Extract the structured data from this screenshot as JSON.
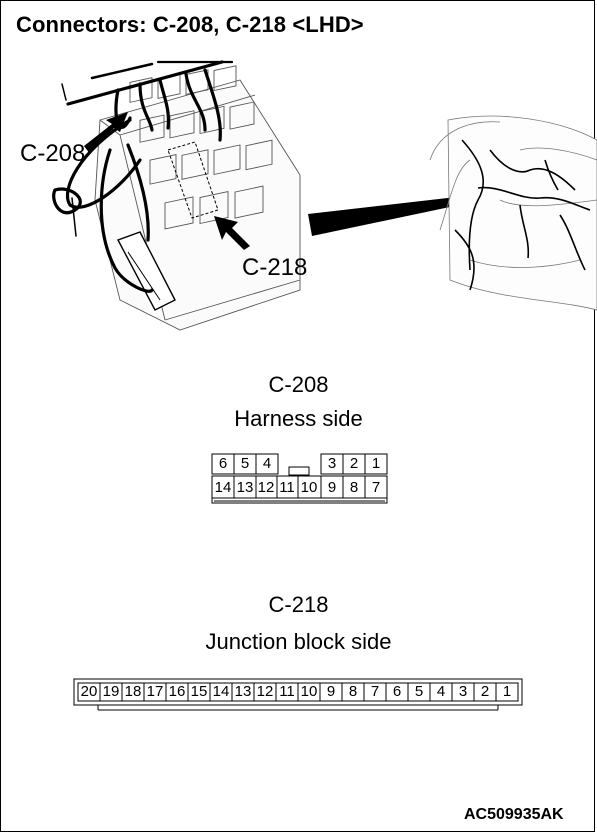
{
  "title": "Connectors: C-208, C-218 <LHD>",
  "figure_code": "AC509935AK",
  "callouts": {
    "c208": "C-208",
    "c218": "C-218"
  },
  "connectors": [
    {
      "name": "C-208",
      "side": "Harness side",
      "top_row": [
        "6",
        "5",
        "4",
        "",
        "",
        "3",
        "2",
        "1"
      ],
      "bottom_row": [
        "14",
        "13",
        "12",
        "11",
        "10",
        "9",
        "8",
        "7"
      ]
    },
    {
      "name": "C-218",
      "side": "Junction block side",
      "pins": [
        "20",
        "19",
        "18",
        "17",
        "16",
        "15",
        "14",
        "13",
        "12",
        "11",
        "10",
        "9",
        "8",
        "7",
        "6",
        "5",
        "4",
        "3",
        "2",
        "1"
      ]
    }
  ]
}
